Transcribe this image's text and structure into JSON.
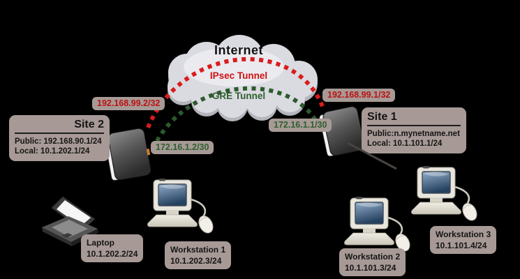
{
  "cloud": {
    "title": "Internet"
  },
  "tunnels": {
    "ipsec": {
      "label": "IPsec Tunnel",
      "color": "#cc1212"
    },
    "gre": {
      "label": "GRE Tunnel",
      "color": "#2e5e2e"
    }
  },
  "wan": {
    "site2_tunnel_endpoint": "192.168.99.2/32",
    "site1_tunnel_endpoint": "192.168.99.1/32",
    "site2_gre_address": "172.16.1.2/30",
    "site1_gre_address": "172.16.1.1/30"
  },
  "sites": {
    "site2": {
      "title": "Site 2",
      "public_line": "Public: 192.168.90.1/24",
      "local_line": "Local: 10.1.202.1/24"
    },
    "site1": {
      "title": "Site 1",
      "public_line": "Public:n.mynetname.net",
      "local_line": "Local: 10.1.101.1/24"
    }
  },
  "devices": {
    "laptop": {
      "name": "Laptop",
      "ip": "10.1.202.2/24"
    },
    "workstation1": {
      "name": "Workstation 1",
      "ip": "10.1.202.3/24"
    },
    "workstation2": {
      "name": "Workstation 2",
      "ip": "10.1.101.3/24"
    },
    "workstation3": {
      "name": "Workstation 3",
      "ip": "10.1.101.4/24"
    }
  },
  "colors": {
    "background": "#000000",
    "label_box": "#a79a96",
    "ipsec_red": "#cc1212",
    "gre_green": "#2e5e2e",
    "cloud_gray": "#dadae1"
  }
}
